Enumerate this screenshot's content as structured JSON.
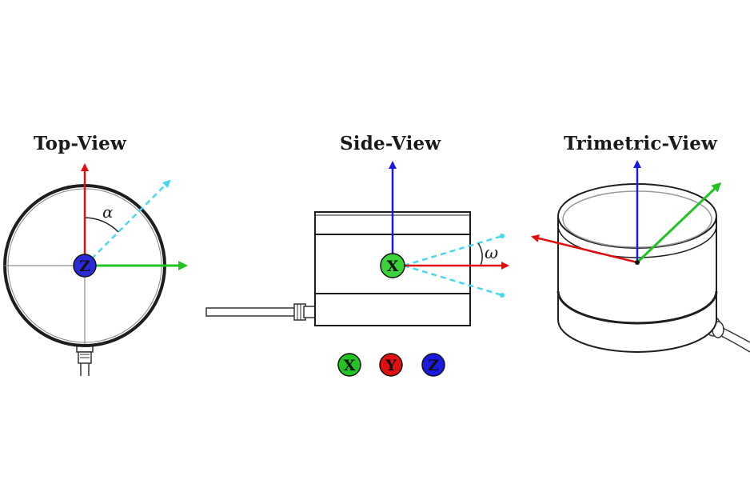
{
  "views": {
    "top": {
      "title": "Top-View",
      "angle_label": "α",
      "center_axis": "Z"
    },
    "side": {
      "title": "Side-View",
      "angle_label": "ω",
      "center_axis": "X"
    },
    "trimetric": {
      "title": "Trimetric-View"
    }
  },
  "legend": [
    {
      "axis": "X",
      "color": "#22c322"
    },
    {
      "axis": "Y",
      "color": "#e01010"
    },
    {
      "axis": "Z",
      "color": "#1a1ae0"
    }
  ],
  "colors": {
    "x_axis": "#22c322",
    "y_axis": "#e01010",
    "z_axis": "#1a1ae0",
    "dashed_direction": "#49d8f0",
    "outline": "#222222"
  }
}
